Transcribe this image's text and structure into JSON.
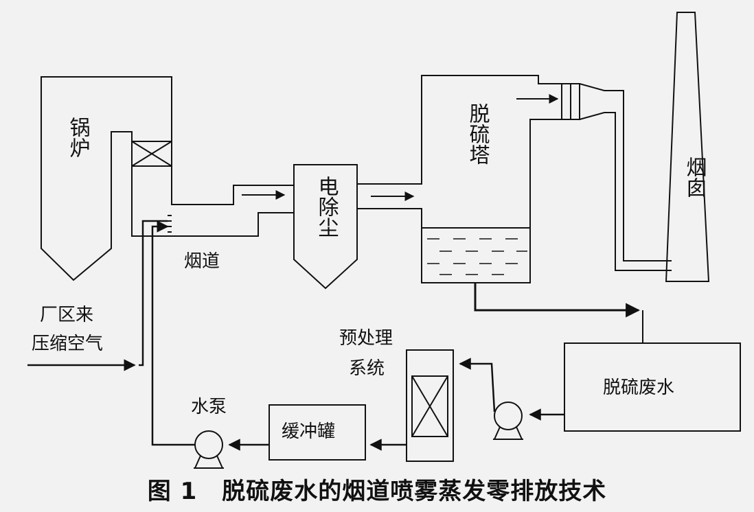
{
  "labels": {
    "boiler": "锅炉",
    "flue": "烟道",
    "esp": "电除尘",
    "tower": "脱硫塔",
    "chimney": "烟囱",
    "air": [
      "厂区来",
      "压缩空气"
    ],
    "pretreat": [
      "预处理",
      "系统"
    ],
    "pump": "水泵",
    "buffer": "缓冲罐",
    "wastewater": "脱硫废水"
  },
  "caption": {
    "number": "图 1",
    "title": "脱硫废水的烟道喷雾蒸发零排放技术"
  }
}
